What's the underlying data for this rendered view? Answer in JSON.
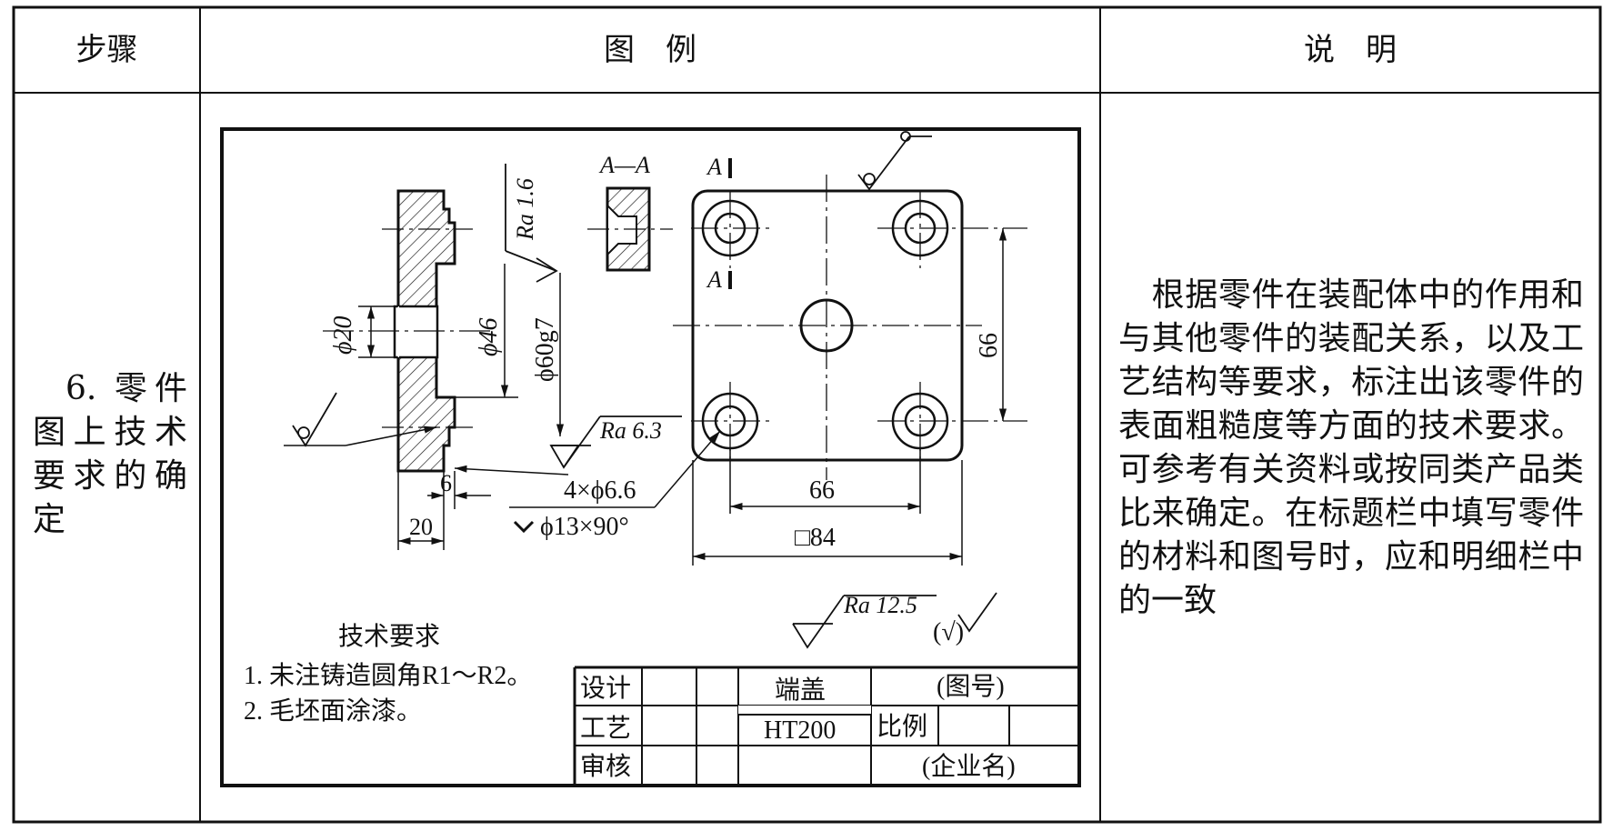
{
  "header": {
    "col_step": "步骤",
    "col_figure": "图　例",
    "col_desc": "说　明"
  },
  "step": {
    "text": "6. 零件图上技术要求的确定"
  },
  "description": {
    "text": "根据零件在装配体中的作用和与其他零件的装配关系，以及工艺结构等要求，标注出该零件的表面粗糙度等方面的技术要求。可参考有关资料或按同类产品类比来确定。在标题栏中填写零件的材料和图号时，应和明细栏中的一致"
  },
  "drawing": {
    "section_label": "A—A",
    "cut_mark": "A",
    "roughness_1": "Ra 1.6",
    "roughness_2": "Ra 6.3",
    "roughness_3": "Ra 12.5",
    "dim_phi20": "ϕ20",
    "dim_phi46": "ϕ46",
    "dim_phi60": "ϕ60g7",
    "dim_6": "6",
    "dim_20": "20",
    "hole_spec": "4×ϕ6.6",
    "counter_spec": "ϕ13×90°",
    "dim_66_v": "66",
    "dim_66_h": "66",
    "dim_84": "□84",
    "rest_mark": "(√)",
    "tech_title": "技术要求",
    "tech_item_1": "1. 未注铸造圆角R1～R2。",
    "tech_item_2": "2. 毛坯面涂漆。"
  },
  "title_block": {
    "design": "设计",
    "process": "工艺",
    "review": "审核",
    "part_name": "端盖",
    "material": "HT200",
    "drawing_no": "(图号)",
    "scale": "比例",
    "company": "(企业名)"
  }
}
